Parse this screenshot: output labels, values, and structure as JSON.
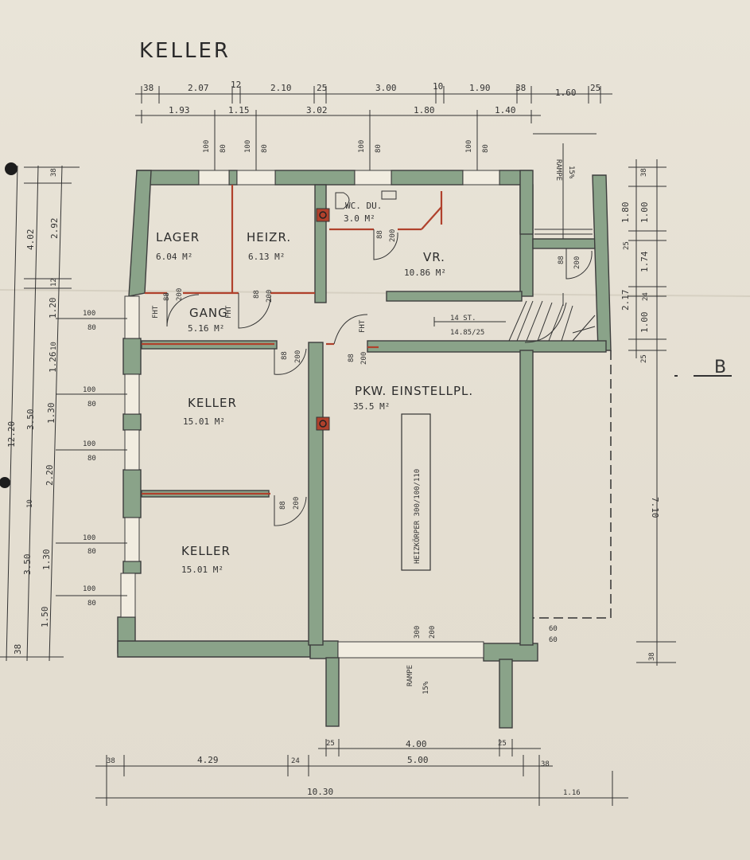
{
  "title": "KELLER",
  "section_marker": "B",
  "rooms": {
    "lager": {
      "label": "LAGER",
      "area": "6.04 M²"
    },
    "heizr": {
      "label": "HEIZR.",
      "area": "6.13 M²"
    },
    "wc": {
      "label": "WC. DU.",
      "area": "3.0 M²"
    },
    "vr": {
      "label": "VR.",
      "area": "10.86 M²"
    },
    "gang": {
      "label": "GANG",
      "area": "5.16 M²"
    },
    "keller1": {
      "label": "KELLER",
      "area": "15.01 M²"
    },
    "pkw": {
      "label": "PKW. EINSTELLPL.",
      "area": "35.5 M²"
    },
    "keller2": {
      "label": "KELLER",
      "area": "15.01 M²"
    }
  },
  "stairs": {
    "count": "14 ST.",
    "rise": "14.85/25"
  },
  "ramps": {
    "top": {
      "label": "RAMPE",
      "slope": "15%"
    },
    "bottom": {
      "label": "RAMPE",
      "slope": "15%"
    }
  },
  "heizkoerper": "HEIZKÖRPER 300/100/110",
  "door_fh": "FHT",
  "dims_top_row1": [
    "38",
    "2.07",
    "12",
    "2.10",
    "25",
    "3.00",
    "10",
    "1.90",
    "38",
    "1.60",
    "25"
  ],
  "dims_top_row2": [
    "1.93",
    "1.15",
    "3.02",
    "1.80",
    "1.40"
  ],
  "window_sizes": [
    "100",
    "80"
  ],
  "dims_left_outer": [
    "12.20"
  ],
  "dims_left_mid": [
    "4.02",
    "3.50",
    "3.50",
    "38"
  ],
  "dims_left_inner": [
    "38",
    "2.92",
    "12",
    "1.20",
    "10",
    "1.26",
    "1.30",
    "2.20",
    "10",
    "1.30",
    "1.50"
  ],
  "dims_right": [
    "38",
    "1.80",
    "1.00",
    "25",
    "1.74",
    "2.17",
    "24",
    "1.00",
    "25",
    "7.10",
    "38"
  ],
  "dims_bottom_row1": [
    "25",
    "4.00",
    "25"
  ],
  "dims_bottom_row2": [
    "38",
    "4.29",
    "24",
    "5.00",
    "38"
  ],
  "dims_bottom_row3": [
    "10.30",
    "1.16"
  ],
  "door_sizes": [
    "88",
    "200"
  ],
  "garage_door": [
    "300",
    "200"
  ],
  "corner_dims": [
    "60",
    "60"
  ]
}
